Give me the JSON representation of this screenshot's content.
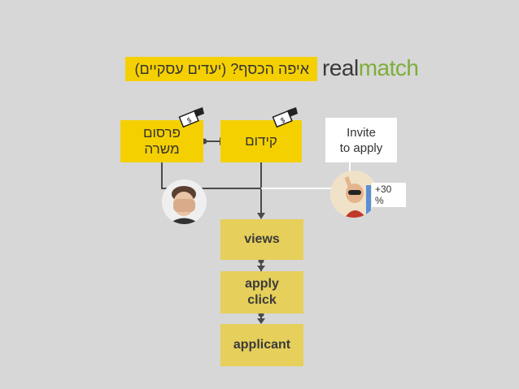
{
  "header": {
    "title": "איפה הכסף? (יעדים עסקיים)",
    "logo_part1": "real",
    "logo_part2": "match"
  },
  "boxes": {
    "job_post": "פרסום משרה",
    "promotion": "קידום",
    "invite_line1": "Invite",
    "invite_line2": "to apply",
    "increase_line1": "+30",
    "increase_line2": "%",
    "views": "views",
    "apply_line1": "apply",
    "apply_line2": "click",
    "applicant": "applicant"
  },
  "colors": {
    "background": "#d7d7d7",
    "accent_yellow": "#f5d000",
    "pale_yellow": "#e6cf5a",
    "logo_green": "#7cae3a",
    "line": "#4a4a4a"
  },
  "icons": [
    "money-hand-icon",
    "money-hand-icon",
    "frustrated-person-avatar",
    "happy-child-avatar"
  ]
}
